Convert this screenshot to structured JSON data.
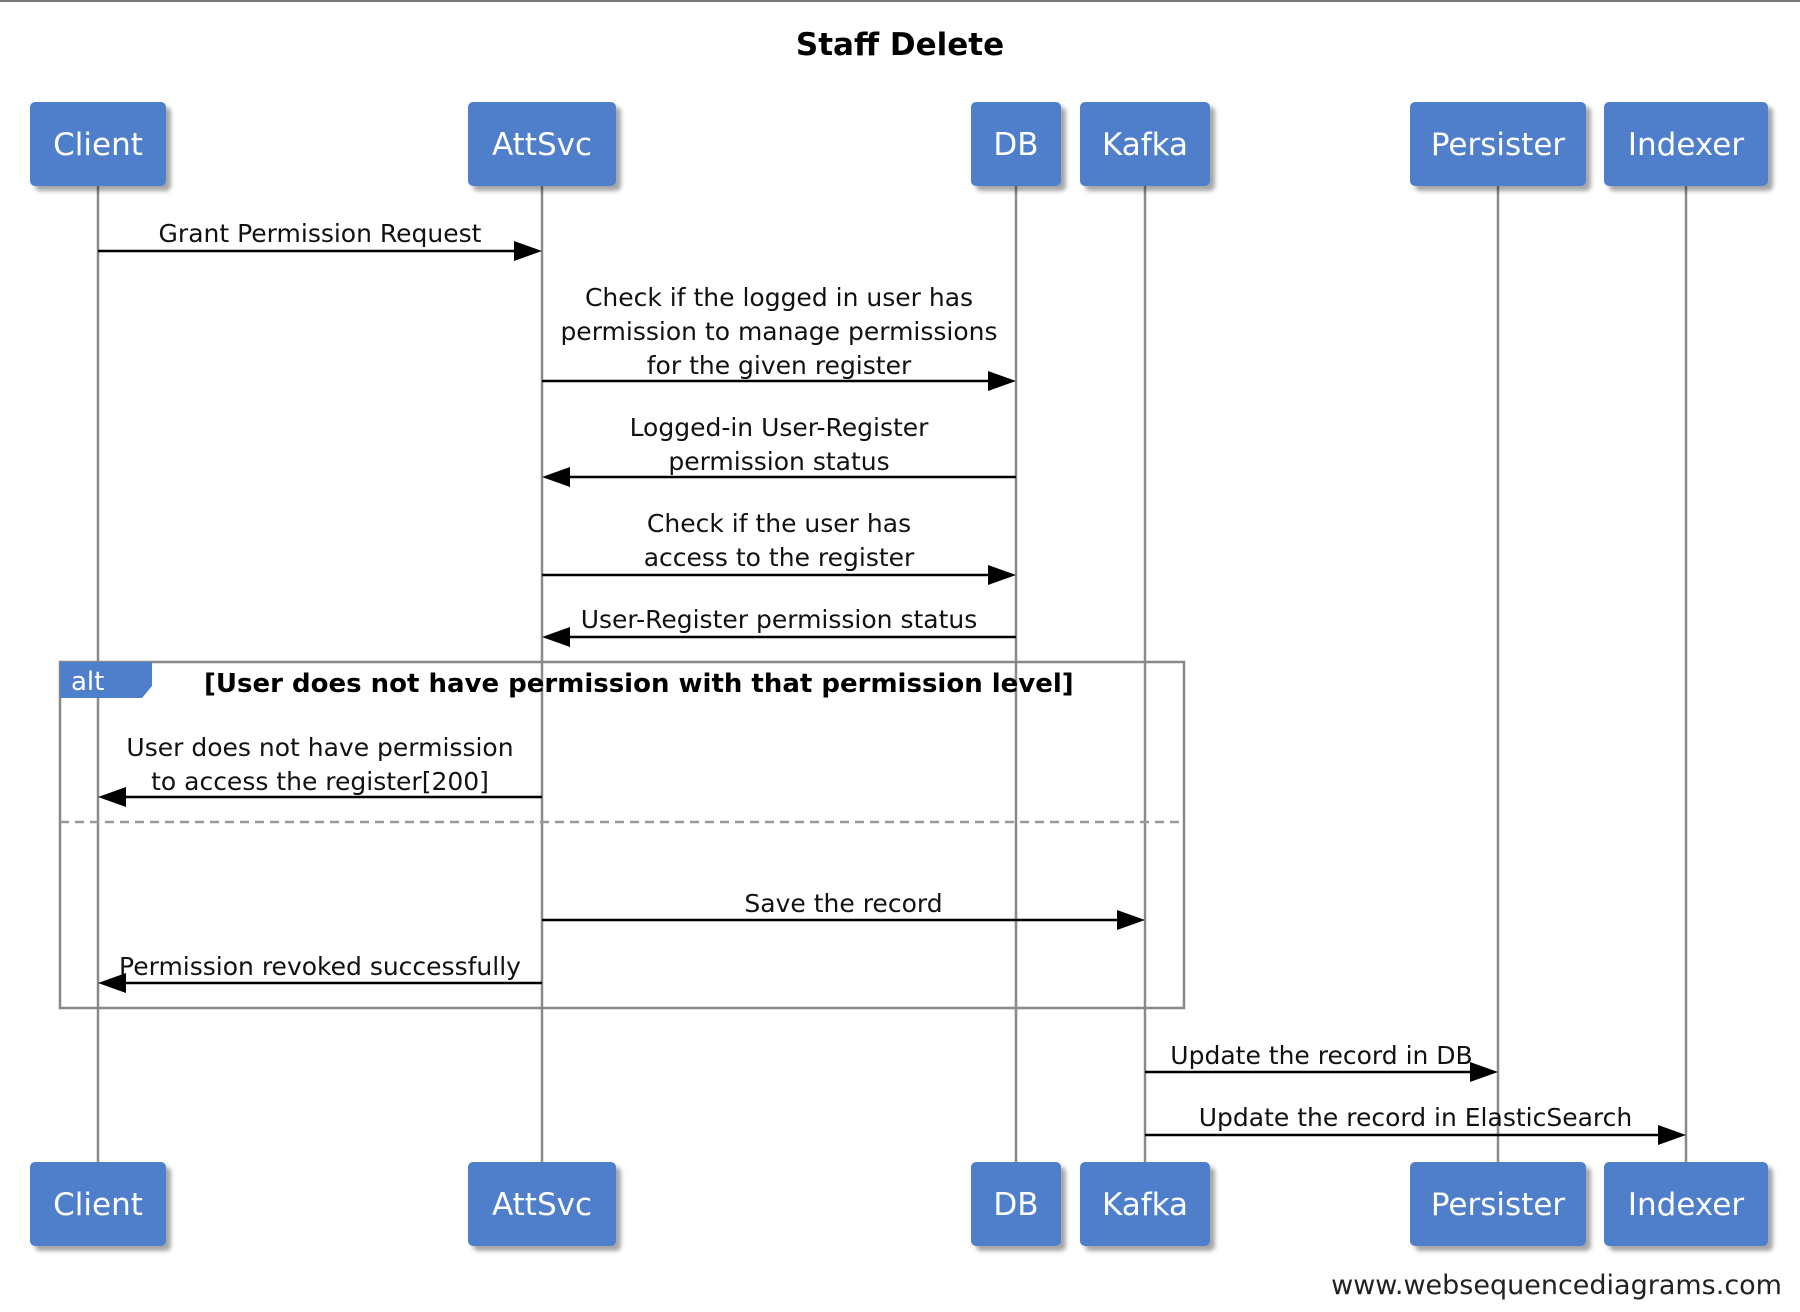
{
  "title": "Staff Delete",
  "watermark": "www.websequencediagrams.com",
  "colors": {
    "participant_fill": "#4f7fcb",
    "lifeline": "#8a8a8a",
    "frame": "#888888",
    "arrow": "#000000"
  },
  "participants": [
    {
      "id": "client",
      "label": "Client"
    },
    {
      "id": "attsvc",
      "label": "AttSvc"
    },
    {
      "id": "db",
      "label": "DB"
    },
    {
      "id": "kafka",
      "label": "Kafka"
    },
    {
      "id": "persister",
      "label": "Persister"
    },
    {
      "id": "indexer",
      "label": "Indexer"
    }
  ],
  "messages": [
    {
      "from": "client",
      "to": "attsvc",
      "lines": [
        "Grant Permission Request"
      ]
    },
    {
      "from": "attsvc",
      "to": "db",
      "lines": [
        "Check if the logged in user has",
        "permission to manage permissions",
        "for the given register"
      ]
    },
    {
      "from": "db",
      "to": "attsvc",
      "lines": [
        "Logged-in User-Register",
        "permission status"
      ]
    },
    {
      "from": "attsvc",
      "to": "db",
      "lines": [
        "Check if the user has",
        "access to the register"
      ]
    },
    {
      "from": "db",
      "to": "attsvc",
      "lines": [
        "User-Register permission status"
      ]
    },
    {
      "from": "attsvc",
      "to": "client",
      "lines": [
        "User does not have permission",
        "to access the register[200]"
      ]
    },
    {
      "from": "attsvc",
      "to": "kafka",
      "lines": [
        "Save the record"
      ]
    },
    {
      "from": "attsvc",
      "to": "client",
      "lines": [
        "Permission revoked successfully"
      ]
    },
    {
      "from": "kafka",
      "to": "persister",
      "lines": [
        "Update the record in DB"
      ]
    },
    {
      "from": "kafka",
      "to": "indexer",
      "lines": [
        "Update the record in ElasticSearch"
      ]
    }
  ],
  "alt_frame": {
    "tag": "alt",
    "condition": "[User does not have permission with that permission level]"
  }
}
